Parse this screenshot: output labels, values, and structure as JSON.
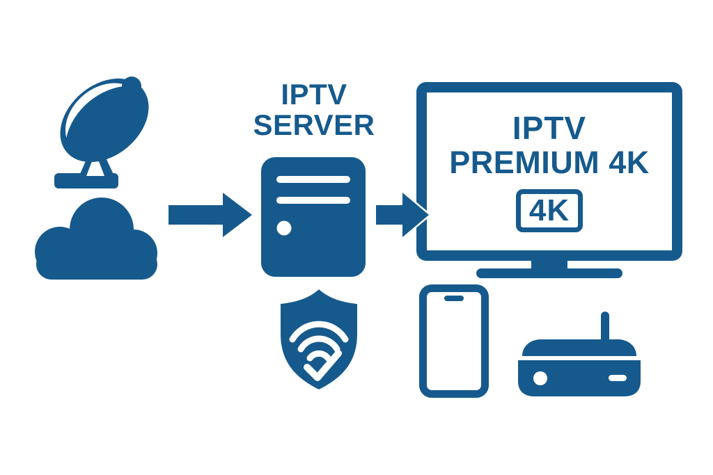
{
  "colors": {
    "primary": "#165a8d",
    "background": "#ffffff"
  },
  "server": {
    "label_line1": "IPTV",
    "label_line2": "SERVER"
  },
  "tv": {
    "line1": "IPTV",
    "line2": "PREMIUM 4K",
    "badge": "4K"
  },
  "icons": {
    "source_satellite": "satellite-dish-icon",
    "source_cloud": "cloud-icon",
    "flow_arrow_1": "arrow-right-icon",
    "middle_server": "server-icon",
    "flow_arrow_2": "arrow-right-icon",
    "display_tv": "tv-icon",
    "security_shield": "shield-wifi-check-icon",
    "device_phone": "smartphone-icon",
    "device_settop_box": "set-top-box-icon"
  }
}
